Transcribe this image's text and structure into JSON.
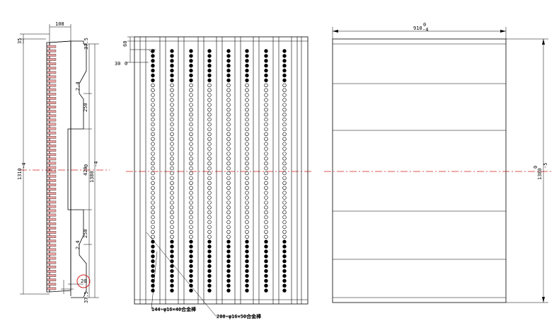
{
  "side_view": {
    "dim_top_width": "108",
    "dim_top_offset": "35",
    "dim_overall_height_value": "1310",
    "dim_overall_height_tol": "-4",
    "dim_inner_height_value": "1380",
    "dim_inner_height_tol_upper": "0",
    "dim_inner_height_tol_lower": "-4",
    "dim_segment_mid": "420",
    "dim_segment_upper": "250",
    "dim_segment_lower": "250",
    "dim_small_top": "37.5",
    "dim_small_bottom": "37.5",
    "dim_small_taper_top": "2.4",
    "dim_small_taper_bottom": "2.4",
    "dim_detail": "20",
    "highlight_color": "#d42020"
  },
  "front_view": {
    "dim_top": "60",
    "dim_side": "30",
    "dim_side_tail": "0",
    "callout_1": "144-φ16×40合金棒",
    "callout_2": "200-φ16×50合金棒"
  },
  "plate_view": {
    "dim_width_value": "910",
    "dim_width_tol_upper": "0",
    "dim_width_tol_lower": "-4",
    "dim_height_value": "1380",
    "dim_height_tol_upper": "0",
    "dim_height_tol_lower": "-5"
  },
  "colors": {
    "line": "#000000",
    "centerline": "#d42020",
    "rod_fill": "#e8a0a0"
  }
}
